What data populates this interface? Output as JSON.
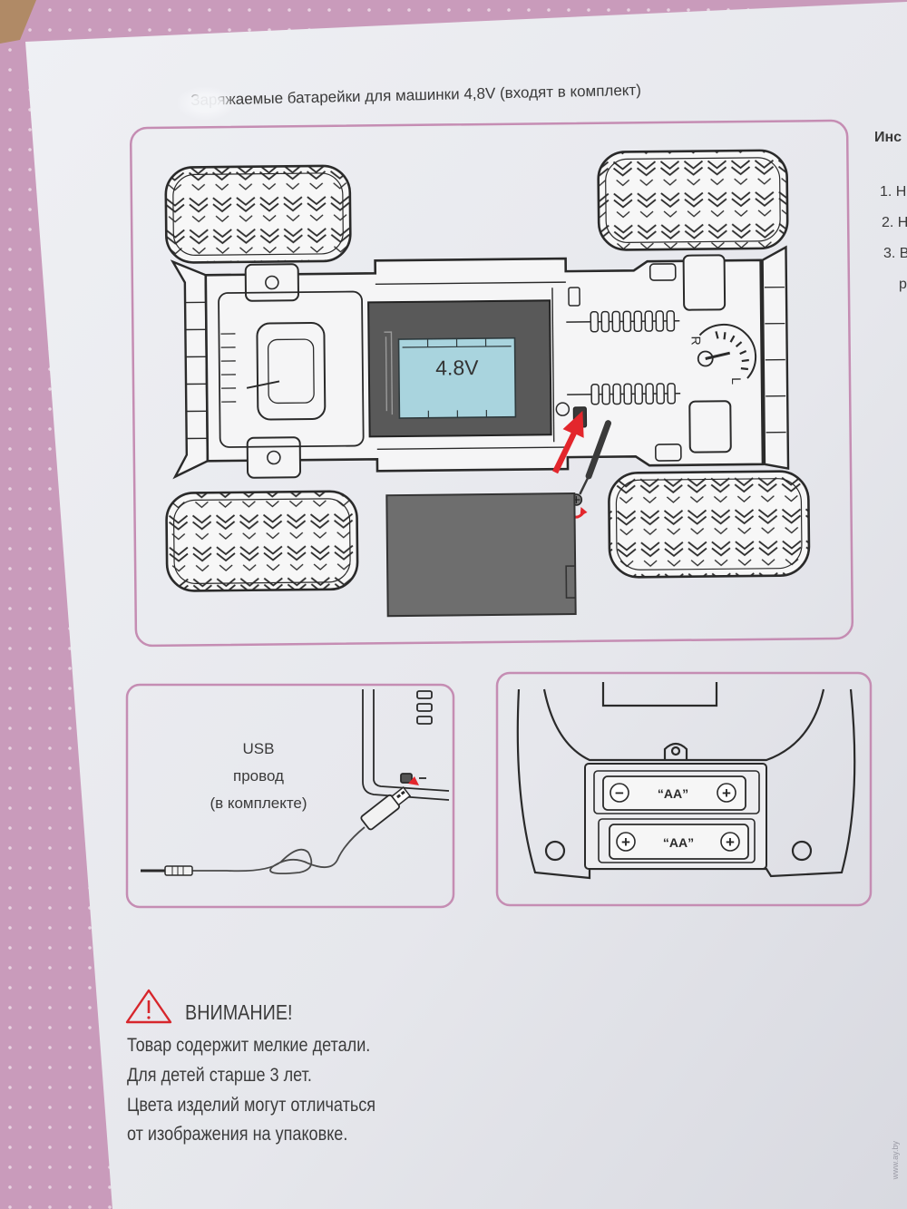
{
  "header": {
    "battery_note": "Заряжаемые батарейки для машинки 4,8V (входят в комплект)"
  },
  "instructions_column": {
    "heading": "Инс",
    "items": [
      "1. Н",
      "2. Н",
      "3. В",
      "р"
    ]
  },
  "car_diagram": {
    "battery_label": "4.8V",
    "dial_right_label": "R",
    "dial_left_label": "L"
  },
  "usb_panel": {
    "line_1": "USB",
    "line_2": "провод",
    "line_3": "(в комплекте)"
  },
  "remote_panel": {
    "batteries": [
      {
        "label": "“AA”",
        "left_terminal": "−",
        "right_terminal": "+"
      },
      {
        "label": "“AA”",
        "left_terminal": "+",
        "right_terminal": "+"
      }
    ]
  },
  "warning": {
    "title": "ВНИМАНИЕ!",
    "lines": [
      "Товар содержит мелкие детали.",
      "Для детей старше 3 лет.",
      "Цвета изделий могут отличаться",
      "от изображения на упаковке."
    ]
  },
  "watermark": "www.ay.by",
  "colors": {
    "box_pink": "#c99bbb",
    "panel_border": "#c58db3",
    "paper": "#e7e8ed",
    "battery_blue": "#a9d4de",
    "battery_holder": "#595959",
    "battery_cover": "#6e6e6e",
    "arrow_red": "#e3262c",
    "warning_red": "#d7262c",
    "text": "#3a3a3a"
  },
  "icons": [
    "warning-triangle-icon",
    "red-arrow-icon",
    "screw-icon",
    "screwdriver-icon",
    "usb-plug-icon",
    "audio-jack-icon"
  ]
}
